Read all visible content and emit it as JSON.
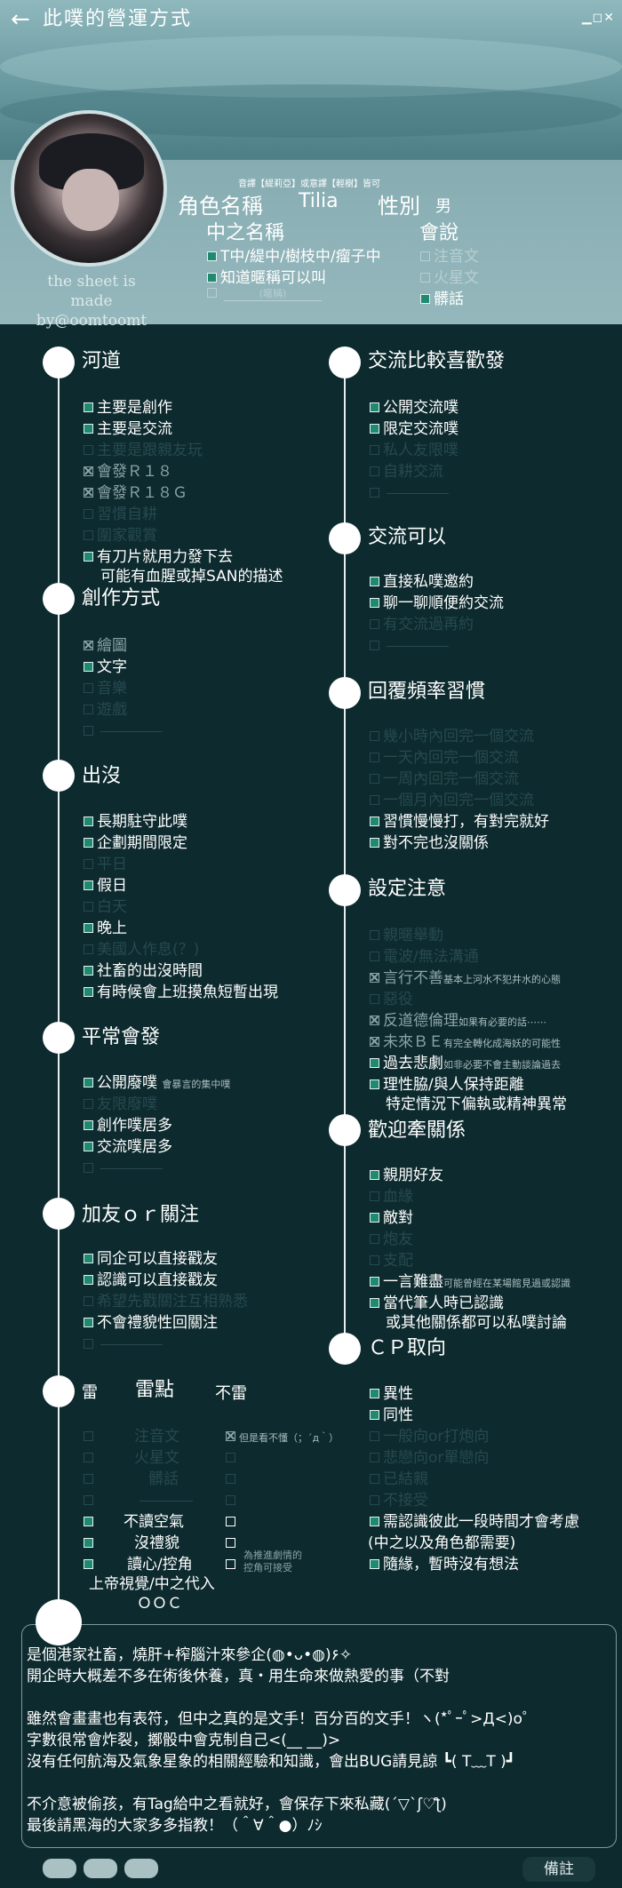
{
  "header": {
    "title": "此噗的營運方式",
    "window_controls": "▁◻✕",
    "made_by_line1": "the sheet is",
    "made_by_line2": "made by@oomtoomt",
    "small_note": "音譯【緹莉亞】或意譯【輕樹】皆可",
    "name_label": "角色名稱",
    "name_value": "Tilia",
    "gender_label": "性別",
    "gender_value": "男",
    "cn_name_label": "中之名稱",
    "cn_name_opt1": "T中/緹中/樹枝中/瘤子中",
    "cn_name_opt2": "知道暱稱可以叫",
    "cn_name_opt3": "",
    "cn_name_opt3_hint": "(暱稱)",
    "speak_label": "會說",
    "speak_opt1": "注音文",
    "speak_opt2": "火星文",
    "speak_opt3": "髒話"
  },
  "left": {
    "s1": {
      "title": "河道",
      "items": [
        "主要是創作",
        "主要是交流",
        "主要是跟親友玩",
        "會發Ｒ１８",
        "會發Ｒ１８Ｇ",
        "習慣自耕",
        "圍家觀賞",
        "有刀片就用力發下去",
        "可能有血腥或掉SAN的描述"
      ]
    },
    "s2": {
      "title": "創作方式",
      "items": [
        "繪圖",
        "文字",
        "音樂",
        "遊戲",
        ""
      ]
    },
    "s3": {
      "title": "出沒",
      "items": [
        "長期駐守此噗",
        "企劃期間限定",
        "平日",
        "假日",
        "白天",
        "晚上",
        "美國人作息(？)",
        "社畜的出沒時間",
        "有時候會上班摸魚短暫出現"
      ]
    },
    "s4": {
      "title": "平常會發",
      "items": [
        "公開廢噗",
        "會暴言的集中噗",
        "友限廢噗",
        "創作噗居多",
        "交流噗居多",
        ""
      ]
    },
    "s5": {
      "title": "加友ｏｒ關注",
      "items": [
        "同企可以直接戳友",
        "認識可以直接戳友",
        "希望先戳關注互相熟悉",
        "不會禮貌性回關注",
        ""
      ]
    },
    "s6": {
      "title": "雷",
      "title2": "雷點",
      "title3": "不雷",
      "rows": [
        "注音文",
        "火星文",
        "髒話",
        "",
        ""
      ],
      "mid": [
        "不讀空氣",
        "沒禮貌",
        "讀心/控角",
        "上帝視覺/中之代入",
        "ＯＯＣ"
      ],
      "side_note1": "但是看不懂（；´д｀）",
      "side_note2": "為推進劇情的",
      "side_note3": "控角可接受"
    }
  },
  "right": {
    "s1": {
      "title": "交流比較喜歡發",
      "items": [
        "公開交流噗",
        "限定交流噗",
        "私人友限噗",
        "自耕交流",
        ""
      ]
    },
    "s2": {
      "title": "交流可以",
      "items": [
        "直接私噗邀約",
        "聊一聊順便約交流",
        "有交流過再約",
        ""
      ]
    },
    "s3": {
      "title": "回覆頻率習慣",
      "items": [
        "幾小時內回完一個交流",
        "一天內回完一個交流",
        "一周內回完一個交流",
        "一個月內回完一個交流",
        "習慣慢慢打，有對完就好",
        "對不完也沒關係"
      ]
    },
    "s4": {
      "title": "設定注意",
      "items": [
        "親暱舉動",
        "電波/無法溝通",
        "言行不善",
        "基本上河水不犯井水的心態",
        "惡役",
        "反道德倫理",
        "如果有必要的話⋯⋯",
        "未來ＢＥ",
        "有完全轉化成海妖的可能性",
        "過去悲劇",
        "如非必要不會主動談論過去",
        "理性脇/與人保持距離",
        "特定情況下偏執或精神異常"
      ]
    },
    "s5": {
      "title": "歡迎牽關係",
      "items": [
        "親朋好友",
        "血緣",
        "敵對",
        "炮友",
        "支配",
        "一言難盡",
        "可能曾經在某場館見過或認識",
        "當代筆人時已認識",
        "或其他關係都可以私噗討論"
      ]
    },
    "s6": {
      "title": "ＣＰ取向",
      "items": [
        "異性",
        "同性",
        "一般向or打炮向",
        "悲戀向or單戀向",
        "已結親",
        "不接受",
        "需認識彼此一段時間才會考慮",
        "(中之以及角色都需要)",
        "隨緣，暫時沒有想法"
      ]
    }
  },
  "intro": {
    "lines": [
      "是個港家社畜，燒肝+榨腦汁來參企(◍•ᴗ•◍)۶✧",
      "開企時大概差不多在術後休養，真・用生命來做熱愛的事（不對",
      "",
      "雖然會畫畫也有表符，但中之真的是文手！百分百的文手！ヽ(*ﾟｰﾟ>Д<)o゜",
      "字數很常會炸裂，擲骰中會克制自己<(__ __)>",
      "沒有任何航海及氣象星象的相關經驗和知識，會出BUG請見諒 ┗( T﹏T )┛",
      "",
      "不介意被偷孩，有Tag給中之看就好，會保存下來私藏(´▽`ʃ♡ƪ)",
      "最後請黑海的大家多多指教！（＾∀＾●）ﾉｼ"
    ]
  },
  "footer": {
    "note_button": "備註"
  }
}
